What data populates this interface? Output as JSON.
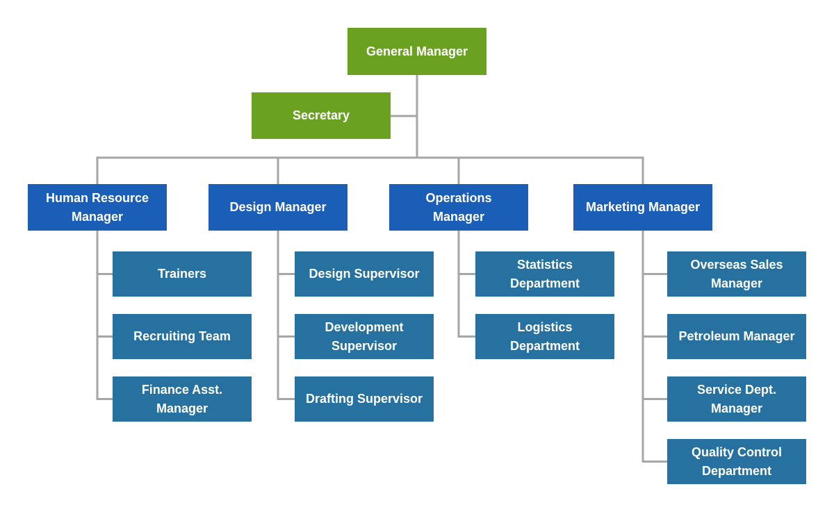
{
  "diagram": {
    "type": "org-chart",
    "background_color": "#ffffff",
    "connector_color": "#a6a6a6",
    "colors": {
      "executive": "#6aa121",
      "manager": "#1b5eb8",
      "staff": "#26719f"
    },
    "nodes": [
      {
        "id": "general-manager",
        "label": "General Manager",
        "level": "executive",
        "parent": null
      },
      {
        "id": "secretary",
        "label": "Secretary",
        "level": "executive",
        "parent": "general-manager"
      },
      {
        "id": "human-resource-manager",
        "label": "Human Resource Manager",
        "level": "manager",
        "parent": "general-manager"
      },
      {
        "id": "design-manager",
        "label": "Design Manager",
        "level": "manager",
        "parent": "general-manager"
      },
      {
        "id": "operations-manager",
        "label": "Operations Manager",
        "level": "manager",
        "parent": "general-manager"
      },
      {
        "id": "marketing-manager",
        "label": "Marketing Manager",
        "level": "manager",
        "parent": "general-manager"
      },
      {
        "id": "trainers",
        "label": "Trainers",
        "level": "staff",
        "parent": "human-resource-manager"
      },
      {
        "id": "recruiting-team",
        "label": "Recruiting Team",
        "level": "staff",
        "parent": "human-resource-manager"
      },
      {
        "id": "finance-asst-manager",
        "label": "Finance Asst. Manager",
        "level": "staff",
        "parent": "human-resource-manager"
      },
      {
        "id": "design-supervisor",
        "label": "Design Supervisor",
        "level": "staff",
        "parent": "design-manager"
      },
      {
        "id": "development-supervisor",
        "label": "Development Supervisor",
        "level": "staff",
        "parent": "design-manager"
      },
      {
        "id": "drafting-supervisor",
        "label": "Drafting Supervisor",
        "level": "staff",
        "parent": "design-manager"
      },
      {
        "id": "statistics-department",
        "label": "Statistics Department",
        "level": "staff",
        "parent": "operations-manager"
      },
      {
        "id": "logistics-department",
        "label": "Logistics Department",
        "level": "staff",
        "parent": "operations-manager"
      },
      {
        "id": "overseas-sales-manager",
        "label": "Overseas Sales Manager",
        "level": "staff",
        "parent": "marketing-manager"
      },
      {
        "id": "petroleum-manager",
        "label": "Petroleum Manager",
        "level": "staff",
        "parent": "marketing-manager"
      },
      {
        "id": "service-dept-manager",
        "label": "Service Dept. Manager",
        "level": "staff",
        "parent": "marketing-manager"
      },
      {
        "id": "quality-control-department",
        "label": "Quality Control Department",
        "level": "staff",
        "parent": "marketing-manager"
      }
    ]
  }
}
